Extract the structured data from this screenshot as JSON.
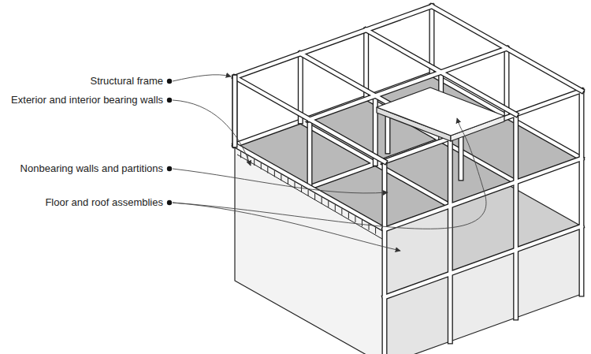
{
  "diagram": {
    "labels": [
      "Structural frame",
      "Exterior and interior bearing walls",
      "Nonbearing walls and partitions",
      "Floor and roof assemblies"
    ]
  }
}
